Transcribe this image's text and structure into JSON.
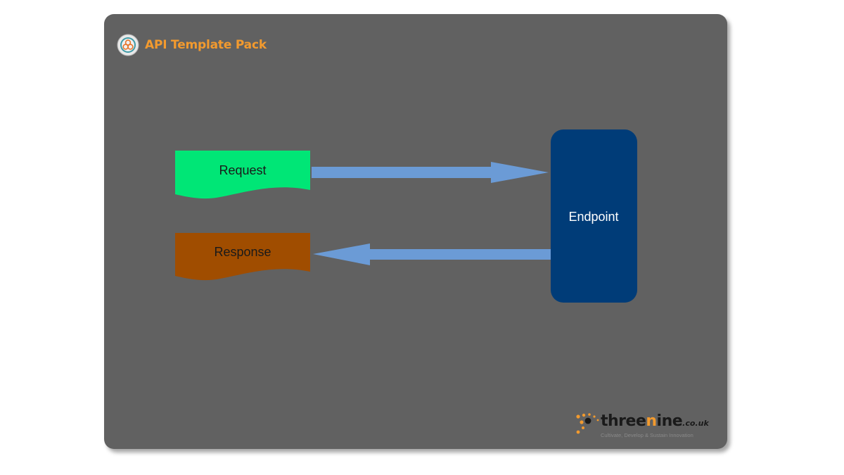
{
  "header": {
    "title": "API Template Pack",
    "logo_icon": "api-template-pack-logo-icon"
  },
  "diagram": {
    "nodes": {
      "request": {
        "label": "Request",
        "shape": "document",
        "fill": "#00e676",
        "text_color": "#1a1a1a"
      },
      "response": {
        "label": "Response",
        "shape": "document",
        "fill": "#a04d00",
        "text_color": "#1a1a1a"
      },
      "endpoint": {
        "label": "Endpoint",
        "shape": "rounded-rectangle",
        "fill": "#003c78",
        "text_color": "#ffffff"
      }
    },
    "edges": [
      {
        "from": "request",
        "to": "endpoint",
        "color": "#6b9bd6"
      },
      {
        "from": "endpoint",
        "to": "response",
        "color": "#6b9bd6"
      }
    ],
    "panel_color": "#616161"
  },
  "footer": {
    "brand_pre": "three",
    "brand_highlight": "n",
    "brand_post": "ine",
    "brand_domain": ".co.uk",
    "tagline": "Cultivate, Develop & Sustain Innovation",
    "logo_icon": "threenine-dots-logo-icon",
    "accent": "#f29a2e"
  }
}
